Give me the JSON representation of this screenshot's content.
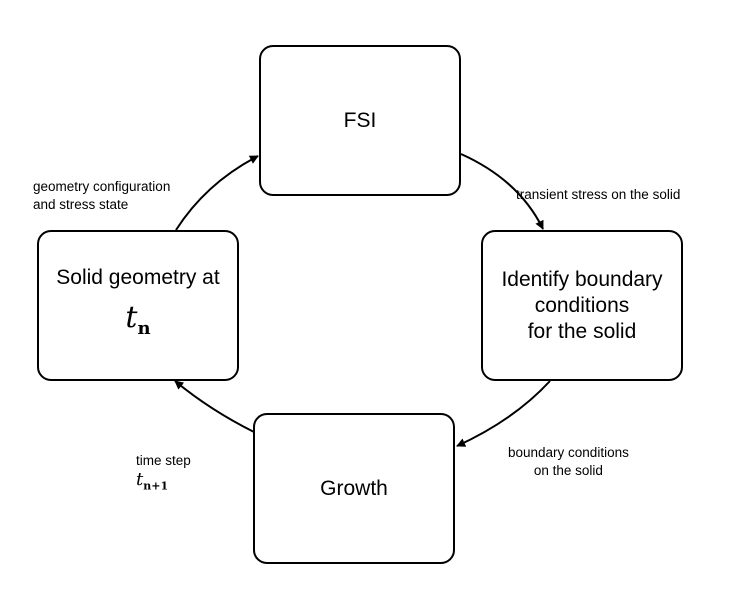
{
  "nodes": {
    "fsi": {
      "label": "FSI"
    },
    "boundary": {
      "label": "Identify boundary\nconditions\nfor the solid"
    },
    "growth": {
      "label": "Growth"
    },
    "solid": {
      "label": "Solid geometry at",
      "math_var": "t",
      "math_sub": "n"
    }
  },
  "edges": {
    "fsi_to_boundary": {
      "label": "transient stress on the solid"
    },
    "boundary_to_growth": {
      "label": "boundary conditions\non the solid"
    },
    "growth_to_solid": {
      "label": "time step",
      "math_var": "t",
      "math_sub": "n+1"
    },
    "solid_to_fsi": {
      "label": "geometry configuration\nand stress state"
    }
  }
}
